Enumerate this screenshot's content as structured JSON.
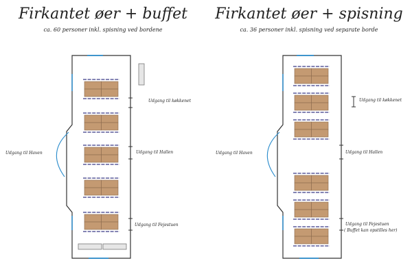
{
  "plans": [
    {
      "title": "Firkantet øer + buffet",
      "subtitle": "ca. 60 personer inkl. spisning ved bordene",
      "labels": {
        "kitchen": "Udgang til køkkenet",
        "hall": "Udgang til Hallen",
        "garden": "Udgang til Haven",
        "fejestuen": "Udgang til Fejestuen"
      }
    },
    {
      "title": "Firkantet øer + spisning",
      "subtitle": "ca. 36 personer inkl. spisning ved separate borde",
      "labels": {
        "kitchen": "Udgang til køkkenet",
        "hall": "Udgang til Hallen",
        "garden": "Udgang til Haven",
        "fejestuen": "Udgang til Fejestuen",
        "fejestuen_note": "( Buffet kan opstilles her)"
      }
    }
  ],
  "colors": {
    "wall": "#333333",
    "door": "#2a8ccc",
    "table": "#c49a72",
    "chair": "#5a5a9a",
    "buffet": "#e6e6e6"
  }
}
